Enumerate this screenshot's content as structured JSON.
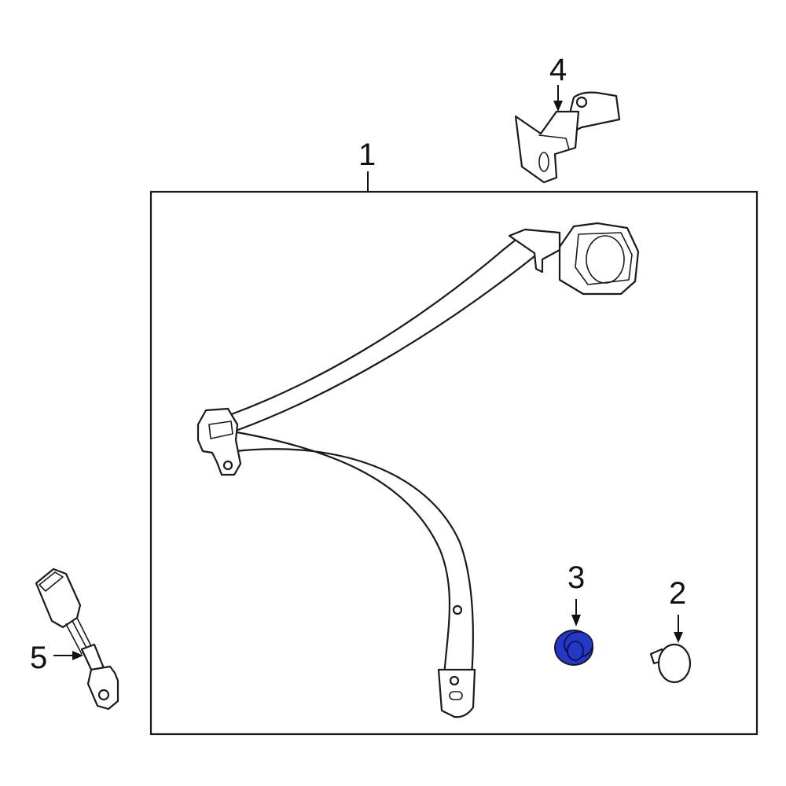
{
  "callouts": [
    {
      "id": "1",
      "label": "1"
    },
    {
      "id": "2",
      "label": "2"
    },
    {
      "id": "3",
      "label": "3"
    },
    {
      "id": "4",
      "label": "4"
    },
    {
      "id": "5",
      "label": "5"
    }
  ],
  "colors": {
    "highlight": "#2438c8",
    "line": "#1a1a1a",
    "background": "#ffffff"
  }
}
